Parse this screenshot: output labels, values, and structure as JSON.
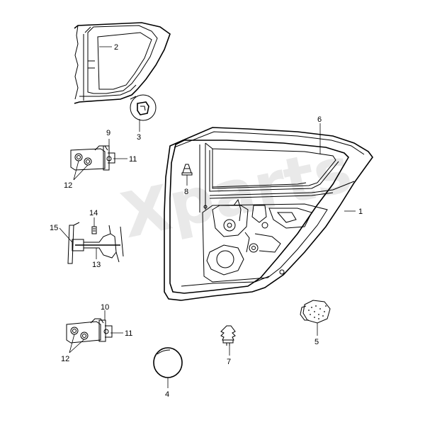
{
  "watermark": "Xparts",
  "callouts": {
    "n1": "1",
    "n2": "2",
    "n3": "3",
    "n4": "4",
    "n5": "5",
    "n6": "6",
    "n7": "7",
    "n8": "8",
    "n9": "9",
    "n10": "10",
    "n11a": "11",
    "n11b": "11",
    "n12a": "12",
    "n12b": "12",
    "n13": "13",
    "n14": "14",
    "n15": "15"
  }
}
